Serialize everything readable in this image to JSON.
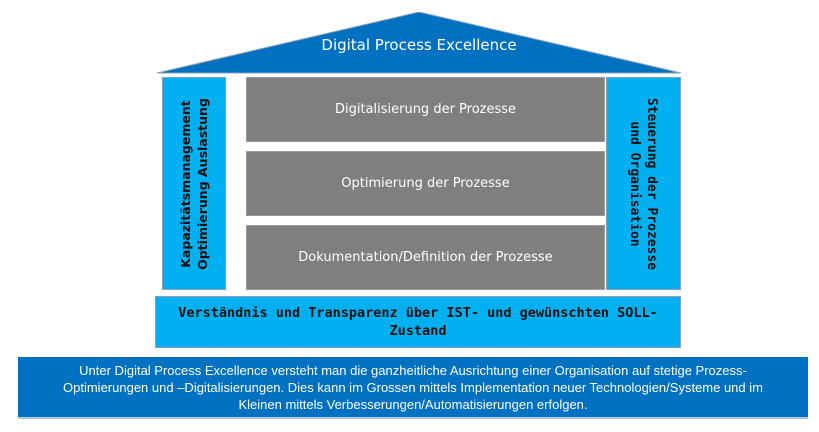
{
  "roof": {
    "title": "Digital Process Excellence",
    "color": "#0070c0"
  },
  "left_pillar": {
    "line1": "Kapazitätsmanagement",
    "line2": "Optimierung Auslastung"
  },
  "right_pillar": {
    "line1": "Steuerung der Prozesse",
    "line2": "und Organisation"
  },
  "blocks": [
    "Digitalisierung der Prozesse",
    "Optimierung der Prozesse",
    "Dokumentation/Definition der Prozesse"
  ],
  "foundation": {
    "text": "Verständnis und Transparenz über IST- und gewünschten SOLL-Zustand"
  },
  "description": "Unter Digital Process Excellence versteht man die ganzheitliche Ausrichtung einer Organisation auf stetige Prozess-Optimierungen und –Digitalisierungen. Dies kann im Grossen mittels Implementation neuer Technologien/Systeme und im Kleinen mittels Verbesserungen/Automatisierungen erfolgen."
}
